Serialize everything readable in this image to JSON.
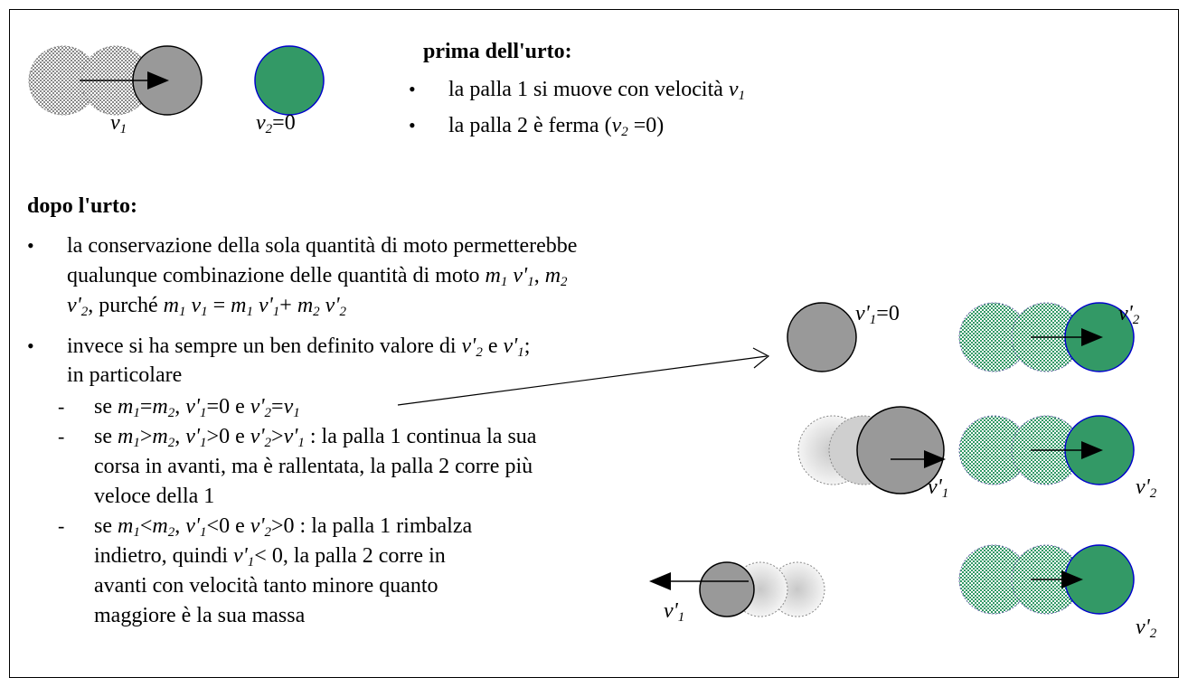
{
  "before": {
    "heading": "prima dell'urto:",
    "items": [
      {
        "text": "la palla 1 si muove con velocità ",
        "sym": "v",
        "sub": "1"
      },
      {
        "text": "la palla 2 è ferma (",
        "sym": "v",
        "sub": "2",
        "tail": " =0)"
      }
    ],
    "labels": {
      "v1": {
        "sym": "v",
        "sub": "1"
      },
      "v2": {
        "sym": "v",
        "sub": "2",
        "tail": "=0"
      }
    }
  },
  "after": {
    "heading": "dopo l'urto:",
    "bullet1": {
      "line1": "la conservazione della sola quantità di moto permetterebbe",
      "line2_a": "qualunque combinazione delle quantità di moto ",
      "line2_sym1": "m",
      "line2_sub1": "1",
      "line2_sym2": " v'",
      "line2_sub2": "1",
      "line2_b": ", ",
      "line2_sym3": "m",
      "line2_sub3": "2",
      "line3_sym1": "v'",
      "line3_sub1": "2",
      "line3_a": ", purché ",
      "line3_eq": "m",
      "line3_rest": " v",
      "line3_eq_mid": " = ",
      "line3_eq2": "m",
      "line3_eq2b": " v'",
      "line3_plus": "+ ",
      "line3_eq3": "m",
      "line3_eq3b": " v'"
    },
    "bullet2": {
      "line1_a": "invece si ha sempre un ben definito valore di ",
      "line1_sym1": "v'",
      "line1_sub1": "2",
      "line1_b": " e ",
      "line1_sym2": "v'",
      "line1_sub2": "1",
      "line1_c": ";",
      "line2": "in particolare"
    },
    "cases": [
      {
        "lines": [
          "se m1=m2, v'1=0 e v'2=v1"
        ]
      },
      {
        "lines": [
          "se m1>m2, v'1>0 e v'2>v'1 : la palla 1 continua la sua",
          "corsa in avanti, ma è rallentata, la palla 2 corre più",
          "veloce della 1"
        ]
      },
      {
        "lines": [
          "se m1<m2, v'1<0 e v'2>0 : la palla 1 rimbalza",
          "indietro, quindi v'1< 0, la palla 2 corre in",
          "avanti con velocità tanto minore quanto",
          "maggiore è la sua massa"
        ]
      }
    ],
    "case1": {
      "pre": "se ",
      "a": "m",
      "a_sub": "1",
      "eq": "=",
      "b": "m",
      "b_sub": "2",
      "c": ", ",
      "d": "v'",
      "d_sub": "1",
      "e": "=0 e ",
      "f": "v'",
      "f_sub": "2",
      "g": "=",
      "h": "v",
      "h_sub": "1"
    },
    "case2": {
      "pre": "se ",
      "a": "m",
      "a_sub": "1",
      "op": ">",
      "b": "m",
      "b_sub": "2",
      "c": ", ",
      "d": "v'",
      "d_sub": "1",
      "e": ">0 e ",
      "f": "v'",
      "f_sub": "2",
      "g": ">",
      "h": "v'",
      "h_sub": "1",
      "i": " : la palla 1 continua la sua",
      "l2": "corsa in avanti, ma è rallentata, la palla 2 corre più",
      "l3": "veloce della 1"
    },
    "case3": {
      "pre": "se ",
      "a": "m",
      "a_sub": "1",
      "op": "<",
      "b": "m",
      "b_sub": "2",
      "c": ", ",
      "d": "v'",
      "d_sub": "1",
      "e": "<0 e ",
      "f": "v'",
      "f_sub": "2",
      "g": ">0 : la palla 1 rimbalza",
      "l2_a": "indietro, quindi ",
      "l2_sym": "v'",
      "l2_sub": "1",
      "l2_b": "< 0, la palla 2 corre in",
      "l3": "avanti con velocità tanto minore quanto",
      "l4": "maggiore è la sua massa"
    },
    "diagram_labels": {
      "top_ball1": {
        "sym": "v'",
        "sub": "1",
        "tail": "=0"
      },
      "top_ball2": {
        "sym": "v'",
        "sub": "2"
      },
      "mid_ball1": {
        "sym": "v'",
        "sub": "1"
      },
      "mid_ball2": {
        "sym": "v'",
        "sub": "2"
      },
      "bot_ball1": {
        "sym": "v'",
        "sub": "1"
      },
      "bot_ball2": {
        "sym": "v'",
        "sub": "2"
      }
    }
  },
  "colors": {
    "grey_ball": "#999999",
    "green_ball": "#339966",
    "green_outline": "#0000cc",
    "ghost_grey": "#d0d0d0"
  }
}
